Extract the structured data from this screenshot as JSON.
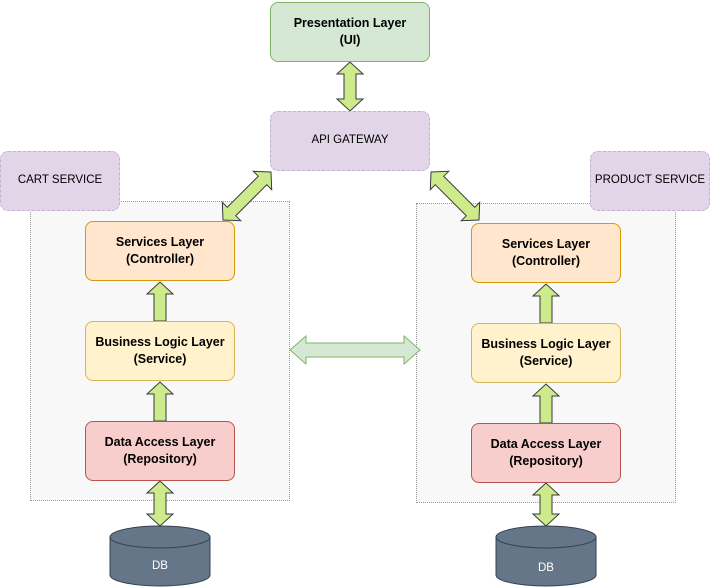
{
  "presentation": {
    "line1": "Presentation Layer",
    "line2": "(UI)"
  },
  "gateway": {
    "label": "API GATEWAY"
  },
  "cart": {
    "name": "CART SERVICE",
    "services": {
      "line1": "Services Layer",
      "line2": "(Controller)"
    },
    "business": {
      "line1": "Business Logic Layer",
      "line2": "(Service)"
    },
    "data": {
      "line1": "Data Access Layer",
      "line2": "(Repository)"
    },
    "db": "DB"
  },
  "product": {
    "name": "PRODUCT SERVICE",
    "services": {
      "line1": "Services Layer",
      "line2": "(Controller)"
    },
    "business": {
      "line1": "Business Logic Layer",
      "line2": "(Service)"
    },
    "data": {
      "line1": "Data Access Layer",
      "line2": "(Repository)"
    },
    "db": "DB"
  },
  "colors": {
    "arrow_fill": "#cdeb8b",
    "arrow_stroke": "#36393d",
    "inter_service_arrow_fill": "#d5e8d4",
    "inter_service_arrow_stroke": "#82b366",
    "db_fill": "#647687",
    "db_stroke": "#314354"
  }
}
